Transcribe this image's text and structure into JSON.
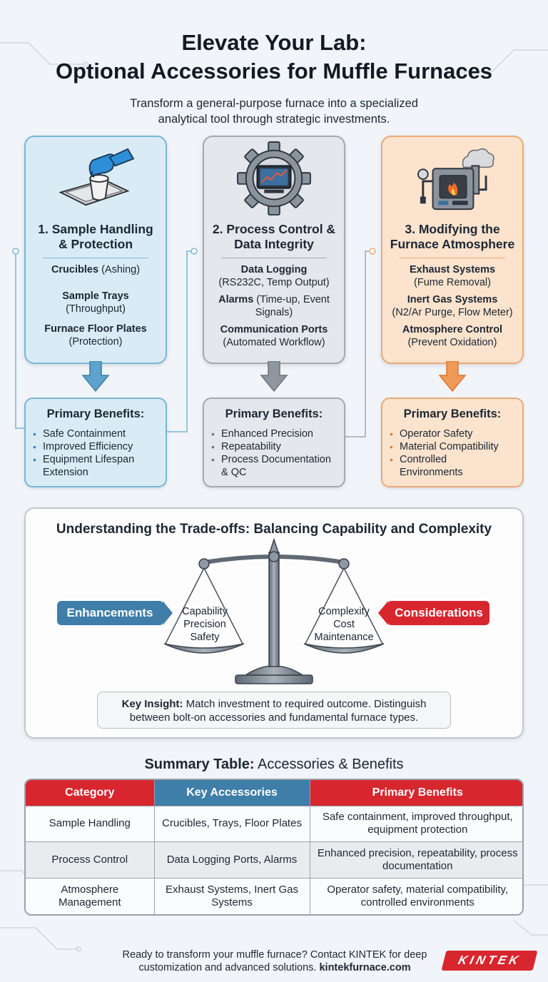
{
  "header": {
    "title_line1": "Elevate Your Lab:",
    "title_line2": "Optional Accessories for Muffle Furnaces",
    "subtitle_line1": "Transform a general-purpose furnace into a specialized",
    "subtitle_line2": "analytical tool through strategic investments."
  },
  "cards": [
    {
      "title_line1": "1. Sample Handling",
      "title_line2": "& Protection",
      "accessories": [
        {
          "name": "Crucibles",
          "detail": "(Ashing)",
          "inline": true
        },
        {
          "name": "Sample Trays",
          "detail": "(Throughput)"
        },
        {
          "name": "Furnace Floor Plates",
          "detail": "(Protection)"
        }
      ],
      "benefits_heading": "Primary Benefits:",
      "benefits": [
        "Safe Containment",
        "Improved Efficiency",
        "Equipment Lifespan Extension"
      ]
    },
    {
      "title_line1": "2. Process Control &",
      "title_line2": "Data Integrity",
      "accessories": [
        {
          "name": "Data Logging",
          "detail": "(RS232C, Temp Output)"
        },
        {
          "name": "Alarms",
          "detail": "(Time-up, Event Signals)"
        },
        {
          "name": "Communication Ports",
          "detail": "(Automated Workflow)"
        }
      ],
      "benefits_heading": "Primary Benefits:",
      "benefits": [
        "Enhanced Precision",
        "Repeatability",
        "Process Documentation & QC"
      ]
    },
    {
      "title_line1": "3. Modifying the",
      "title_line2": "Furnace Atmosphere",
      "accessories": [
        {
          "name": "Exhaust Systems",
          "detail": "(Fume Removal)"
        },
        {
          "name": "Inert Gas Systems",
          "detail": "(N2/Ar Purge, Flow Meter)"
        },
        {
          "name": "Atmosphere Control",
          "detail": "(Prevent Oxidation)"
        }
      ],
      "benefits_heading": "Primary Benefits:",
      "benefits": [
        "Operator Safety",
        "Material Compatibility",
        "Controlled Environments"
      ]
    }
  ],
  "tradeoffs": {
    "title": "Understanding the Trade-offs: Balancing Capability and Complexity",
    "left_label": "Enhancements",
    "right_label": "Considerations",
    "left_pan": [
      "Capability",
      "Precision",
      "Safety"
    ],
    "right_pan": [
      "Complexity",
      "Cost",
      "Maintenance"
    ],
    "insight_label": "Key Insight:",
    "insight_line1_rest": "Match investment to required outcome. Distinguish",
    "insight_line2": "between bolt-on accessories and fundamental furnace types."
  },
  "summary_table": {
    "title_bold": "Summary Table:",
    "title_rest": "Accessories & Benefits",
    "headers": [
      "Category",
      "Key Accessories",
      "Primary Benefits"
    ],
    "rows": [
      [
        "Sample Handling",
        "Crucibles, Trays, Floor Plates",
        "Safe containment, improved throughput, equipment protection"
      ],
      [
        "Process Control",
        "Data Logging Ports, Alarms",
        "Enhanced precision, repeatability, process documentation"
      ],
      [
        "Atmosphere Management",
        "Exhaust Systems, Inert Gas Systems",
        "Operator safety, material compatibility, controlled environments"
      ]
    ]
  },
  "footer": {
    "line1": "Ready to transform your muffle furnace? Contact KINTEK for deep",
    "line2_text": "customization and advanced solutions.",
    "line2_link": "kintekfurnace.com",
    "logo": "KINTEK"
  },
  "icons": {
    "card1": "gloved-hand-crucible-tray-icon",
    "card2": "gear-monitor-icon",
    "card3": "furnace-gas-exhaust-icon",
    "scale": "balance-scale-icon"
  },
  "colors": {
    "blue_accent": "#3f7ea8",
    "red_accent": "#d8262e",
    "orange_accent": "#eda977",
    "blue_panel": "#d9ecf6",
    "gray_panel": "#e4e7eb",
    "orange_panel": "#fbe3cd"
  }
}
